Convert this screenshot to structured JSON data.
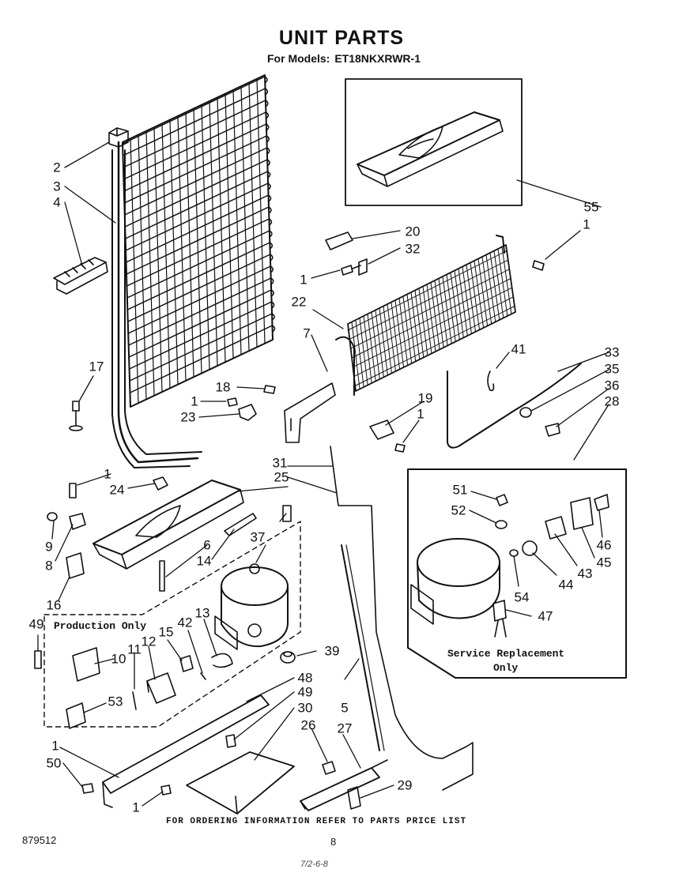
{
  "title": "UNIT PARTS",
  "subtitle": {
    "prefix": "For Models:",
    "model": "ET18NKXRWR-1"
  },
  "part_numbers": {
    "n1": "1",
    "n2": "2",
    "n3": "3",
    "n4": "4",
    "n5": "5",
    "n6": "6",
    "n7": "7",
    "n8": "8",
    "n9": "9",
    "n10": "10",
    "n11": "11",
    "n12": "12",
    "n13": "13",
    "n14": "14",
    "n15": "15",
    "n16": "16",
    "n17": "17",
    "n18": "18",
    "n19": "19",
    "n20": "20",
    "n22": "22",
    "n23": "23",
    "n24": "24",
    "n25": "25",
    "n26": "26",
    "n27": "27",
    "n28": "28",
    "n29": "29",
    "n30": "30",
    "n31": "31",
    "n32": "32",
    "n33": "33",
    "n35": "35",
    "n36": "36",
    "n37": "37",
    "n39": "39",
    "n41": "41",
    "n42": "42",
    "n43": "43",
    "n44": "44",
    "n45": "45",
    "n46": "46",
    "n47": "47",
    "n48": "48",
    "n49": "49",
    "n50": "50",
    "n51": "51",
    "n52": "52",
    "n53": "53",
    "n54": "54",
    "n55": "55"
  },
  "production_box_label": "Production Only",
  "service_box_label": {
    "line1": "Service Replacement",
    "line2": "Only"
  },
  "footer": "FOR ORDERING INFORMATION REFER TO PARTS PRICE LIST",
  "doc_number": "879512",
  "page_number": "8",
  "bottom_mark": "7/2-6-8"
}
